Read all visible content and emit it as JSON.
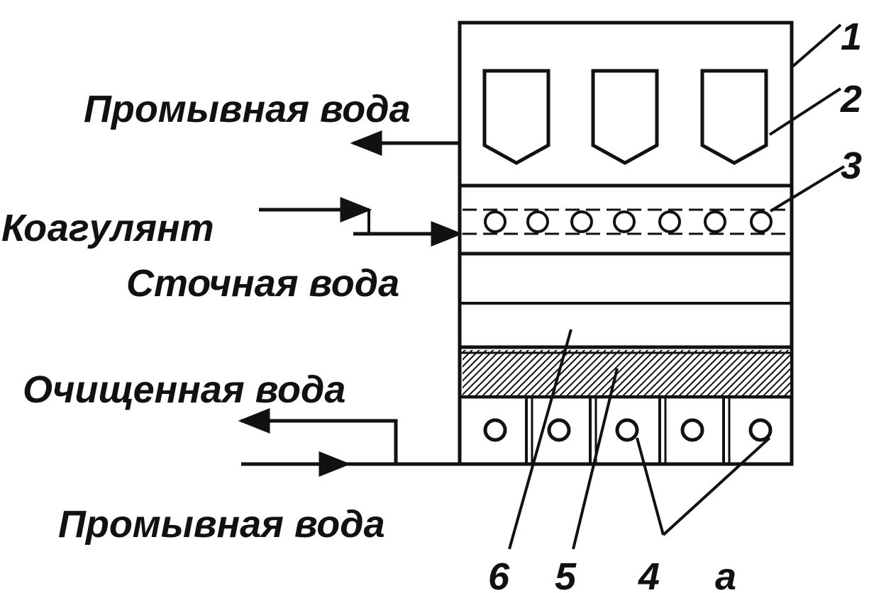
{
  "labels": {
    "wash_water_top": "Промывная вода",
    "coagulant": "Коагулянт",
    "waste_water": "Сточная вода",
    "purified_water": "Очищенная вода",
    "wash_water_bottom": "Промывная вода"
  },
  "callouts": {
    "n1": "1",
    "n2": "2",
    "n3": "3",
    "n4": "4",
    "n5": "5",
    "n6": "6",
    "na": "а"
  }
}
